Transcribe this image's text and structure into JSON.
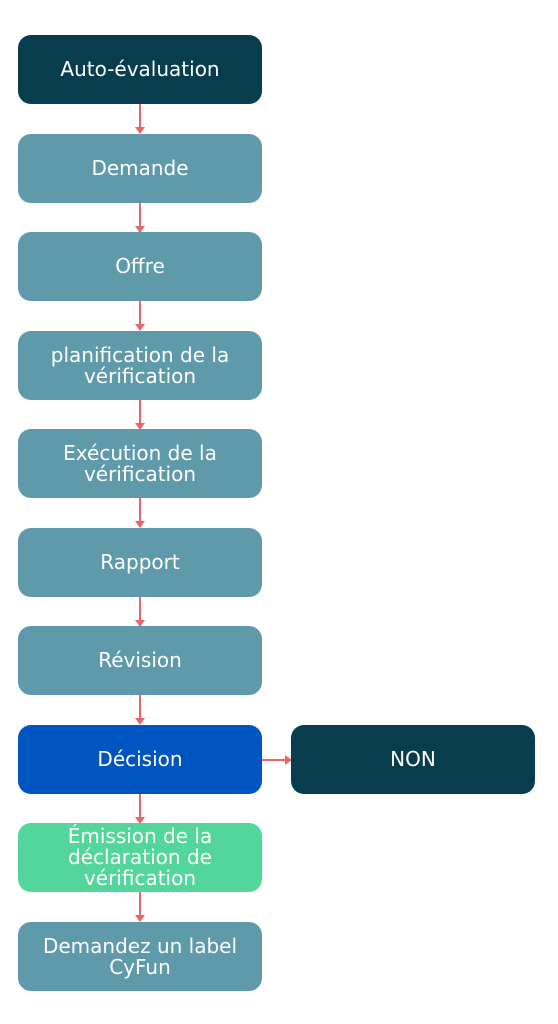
{
  "colors": {
    "dark": "#073d4c",
    "teal": "#5f9aab",
    "blue": "#0055c0",
    "green": "#52d69b",
    "arrow": "#e8666a"
  },
  "steps": [
    {
      "lines": [
        "Auto-évaluation"
      ]
    },
    {
      "lines": [
        "Demande"
      ]
    },
    {
      "lines": [
        "Offre"
      ]
    },
    {
      "lines": [
        "planification de la",
        "vérification"
      ]
    },
    {
      "lines": [
        "Exécution de la",
        "vérification"
      ]
    },
    {
      "lines": [
        "Rapport"
      ]
    },
    {
      "lines": [
        "Révision"
      ]
    },
    {
      "lines": [
        "Décision"
      ]
    },
    {
      "lines": [
        "Émission de la",
        "déclaration de",
        "vérification"
      ]
    },
    {
      "lines": [
        "Demandez un label",
        "CyFun"
      ]
    }
  ],
  "branch": {
    "label": "NON"
  }
}
